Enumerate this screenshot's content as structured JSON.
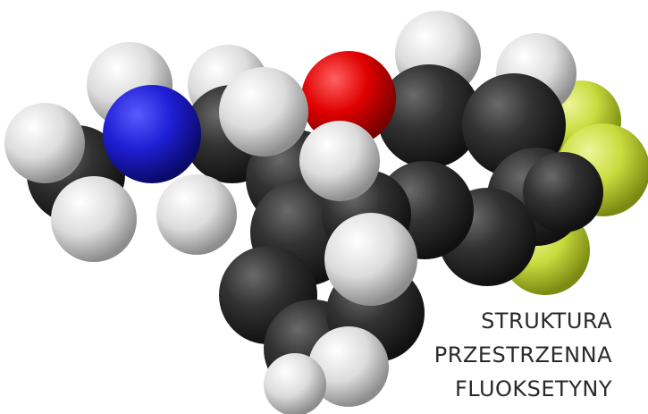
{
  "caption": {
    "line1": "STRUKTURA",
    "line2": "PRZESTRZENNA",
    "line3": "FLUOKSETYNY"
  },
  "colors": {
    "background": "#ffffff",
    "carbon": "#2b2b2b",
    "hydrogen": "#e6e6e6",
    "nitrogen": "#1f1fd6",
    "oxygen": "#e00000",
    "fluorine": "#b8d33a",
    "caption_text": "#2a2a2a"
  }
}
